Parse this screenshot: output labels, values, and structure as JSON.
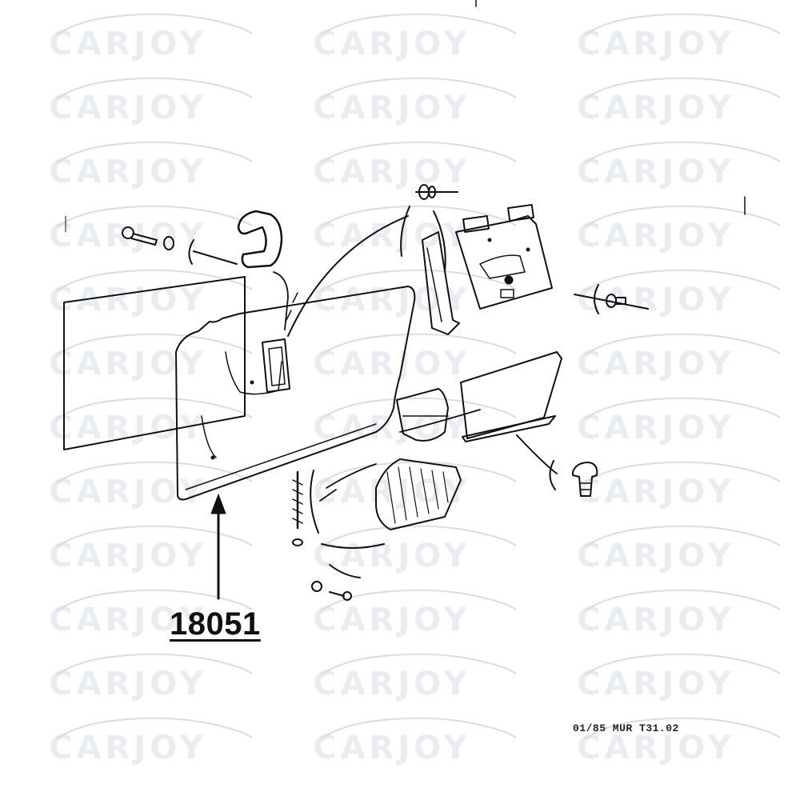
{
  "watermark": {
    "text": "CARJOY"
  },
  "callout": {
    "part_number": "18051"
  },
  "footer": {
    "document_reference": "01/85 MUR  T31.02"
  },
  "colors": {
    "line": "#111111",
    "watermark": "#d8dde6",
    "background": "#ffffff"
  }
}
